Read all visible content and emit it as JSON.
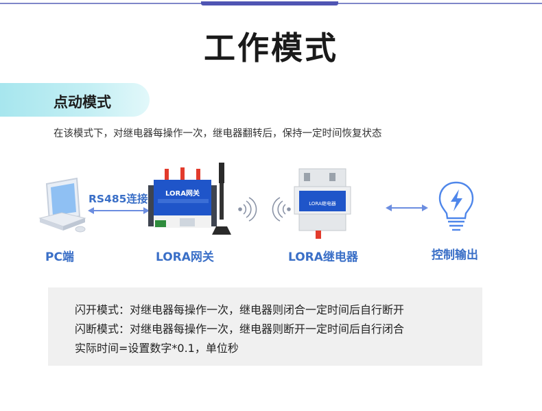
{
  "header": {
    "title": "工作模式"
  },
  "section": {
    "title": "点动模式"
  },
  "description": "在该模式下，对继电器每操作一次，继电器翻转后，保持一定时间恢复状态",
  "diagram": {
    "pc_label": "PC端",
    "link_label": "RS485连接",
    "gateway_label": "LORA网关",
    "gateway_panel_text": "LORA网关",
    "relay_label": "LORA继电器",
    "relay_panel_text": "LORA继电器",
    "output_label": "控制输出"
  },
  "notes": [
    "闪开模式：对继电器每操作一次，继电器则闭合一定时间后自行断开",
    "闪断模式：对继电器每操作一次，继电器则断开一定时间后自行闭合",
    "实际时间=设置数字*0.1，单位秒"
  ],
  "colors": {
    "accent": "#3a6fc7",
    "banner": "#b8ecf2",
    "device_blue": "#1f55c9",
    "topbar": "#4f55b3"
  }
}
